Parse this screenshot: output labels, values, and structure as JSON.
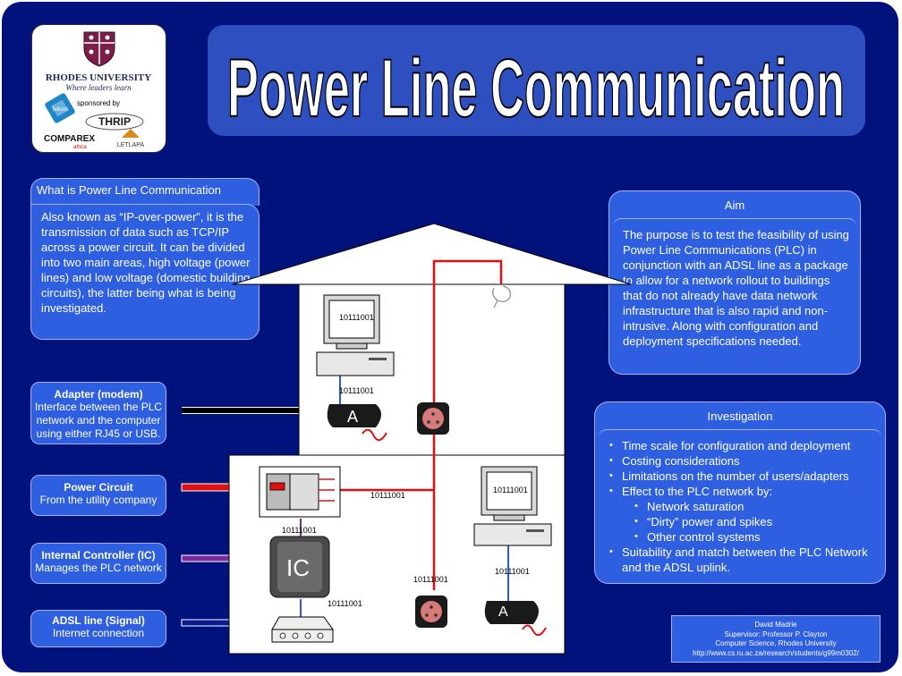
{
  "title": "Power Line Communication",
  "logos": {
    "university_name": "RHODES UNIVERSITY",
    "university_motto": "Where leaders learn",
    "sponsored_by": "sponsored by",
    "sponsor_telkom": "Telkom",
    "sponsor_thrip": "THRIP",
    "sponsor_comparex": "COMPAREX",
    "sponsor_comparex_sub": "africa",
    "sponsor_letlapa": "LETLAPA"
  },
  "what_is": {
    "title": "What is Power Line Communication",
    "body": "Also known as “IP-over-power”, it is the transmission of data such as TCP/IP across a power circuit. It can be divided into two main areas, high voltage (power lines) and low voltage (domestic building circuits), the latter being what is being investigated."
  },
  "aim": {
    "title": "Aim",
    "body": "The purpose is to test the feasibility of using Power Line Communications (PLC) in conjunction with an ADSL line as a package to allow for a network rollout to buildings that do not already have data network infrastructure that is also rapid and non-intrusive. Along with configuration and deployment specifications needed."
  },
  "investigation": {
    "title": "Investigation",
    "items": [
      "Time scale for configuration and deployment",
      "Costing considerations",
      "Limitations on the number of users/adapters",
      "Effect to the PLC network by:"
    ],
    "subitems": [
      "Network saturation",
      "“Dirty” power and spikes",
      "Other control systems"
    ],
    "last_item": "Suitability and match between the PLC Network and the ADSL uplink."
  },
  "legend": {
    "adapter": {
      "title": "Adapter (modem)",
      "desc": "Interface between the PLC network and the computer using either RJ45 or USB.",
      "color": "#000000"
    },
    "power": {
      "title": "Power Circuit",
      "desc": "From the utility company",
      "color": "#e01010"
    },
    "ic": {
      "title": "Internal Controller (IC)",
      "desc": "Manages the PLC network",
      "color": "#7b2a9e"
    },
    "adsl": {
      "title": "ADSL line (Signal)",
      "desc": "Internet connection",
      "color": "#0a1a90"
    }
  },
  "diagram": {
    "bits": "10111001",
    "adapter_letter": "A",
    "ic_label": "IC"
  },
  "credits": {
    "author": "David Madrie",
    "supervisor": "Supervisor: Professor P. Clayton",
    "department": "Computer Science, Rhodes University",
    "url": "http://www.cs.ru.ac.za/research/students/g99m0302/"
  }
}
